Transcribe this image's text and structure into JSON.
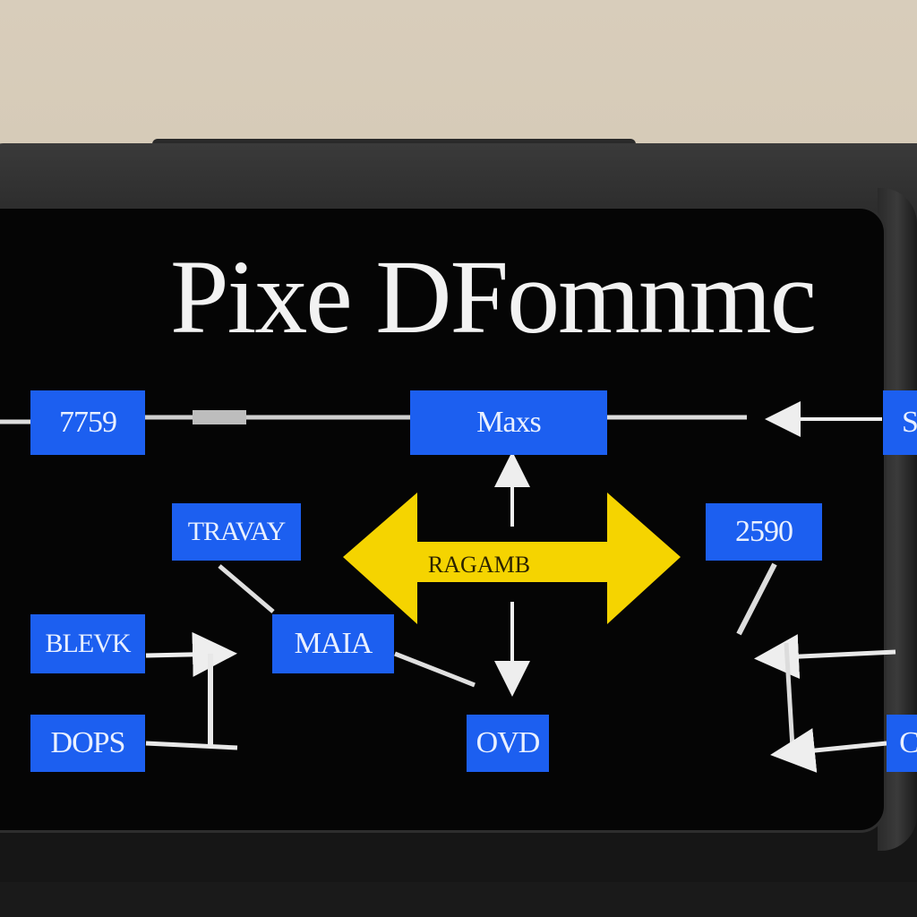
{
  "title": "Pixe DFomnmc",
  "nodes": {
    "top_left": "7759",
    "top_center": "Maxs",
    "top_right": "S",
    "mid_left": "TRAVAY",
    "mid_right": "2590",
    "center": "RAGAMB",
    "lower_left": "BLEVK",
    "lower_center": "MAIA",
    "bottom_left": "DOPS",
    "bottom_center": "OVD",
    "bottom_right": "C"
  },
  "colors": {
    "node_fill": "#1c5ff0",
    "arrow_fill": "#f5d400",
    "screen": "#050505",
    "wall": "#d8cdbb"
  }
}
